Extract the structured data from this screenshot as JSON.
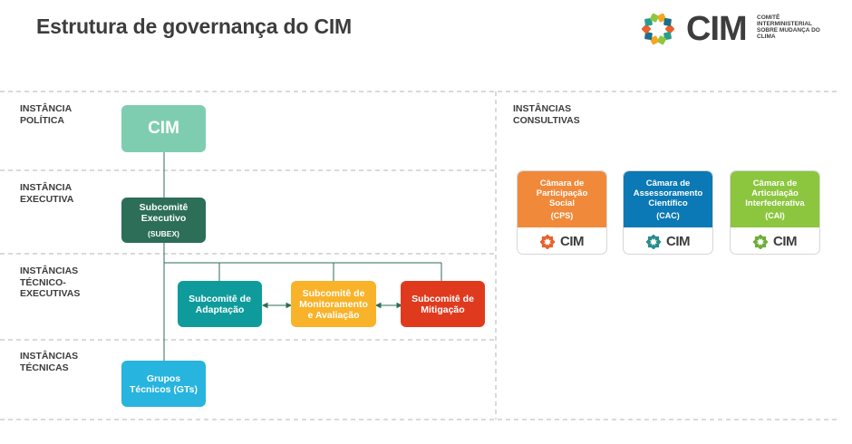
{
  "title": "Estrutura de governança do CIM",
  "logo": {
    "name": "CIM",
    "subtitle": "COMITÊ INTERMINISTERIAL SOBRE MUDANÇA DO CLIMA",
    "colors": [
      "#e8612c",
      "#2a9d8f",
      "#8dc63f",
      "#f4a623",
      "#1b6f8a"
    ]
  },
  "levels": [
    {
      "label": "INSTÂNCIA\nPOLÍTICA"
    },
    {
      "label": "INSTÂNCIA\nEXECUTIVA"
    },
    {
      "label": "INSTÂNCIAS\nTÉCNICO-\nEXECUTIVAS"
    },
    {
      "label": "INSTÂNCIAS\nTÉCNICAS"
    }
  ],
  "consultative_label": "INSTÂNCIAS\nCONSULTIVAS",
  "nodes": {
    "cim": {
      "label": "CIM",
      "color": "#7fcdb0"
    },
    "subex": {
      "label": "Subcomitê\nExecutivo",
      "sub": "(SUBEX)",
      "color": "#2c6e57"
    },
    "adaptacao": {
      "label": "Subcomitê de\nAdaptação",
      "color": "#0f9b9b"
    },
    "monitoramento": {
      "label": "Subcomitê de\nMonitoramento\ne Avaliação",
      "color": "#f8b32a"
    },
    "mitigacao": {
      "label": "Subcomitê de\nMitigação",
      "color": "#e03a1e"
    },
    "gts": {
      "label": "Grupos\nTécnicos (GTs)",
      "color": "#27b4de"
    }
  },
  "chambers": [
    {
      "label": "Câmara de\nParticipação\nSocial",
      "sub": "(CPS)",
      "color": "#f08a3a",
      "cim": "CIM"
    },
    {
      "label": "Câmara de\nAssessoramento\nCientífico",
      "sub": "(CAC)",
      "color": "#0b79b5",
      "cim": "CIM"
    },
    {
      "label": "Câmara de\nArticulação\nInterfederativa",
      "sub": "(CAI)",
      "color": "#8cc63f",
      "cim": "CIM"
    }
  ]
}
